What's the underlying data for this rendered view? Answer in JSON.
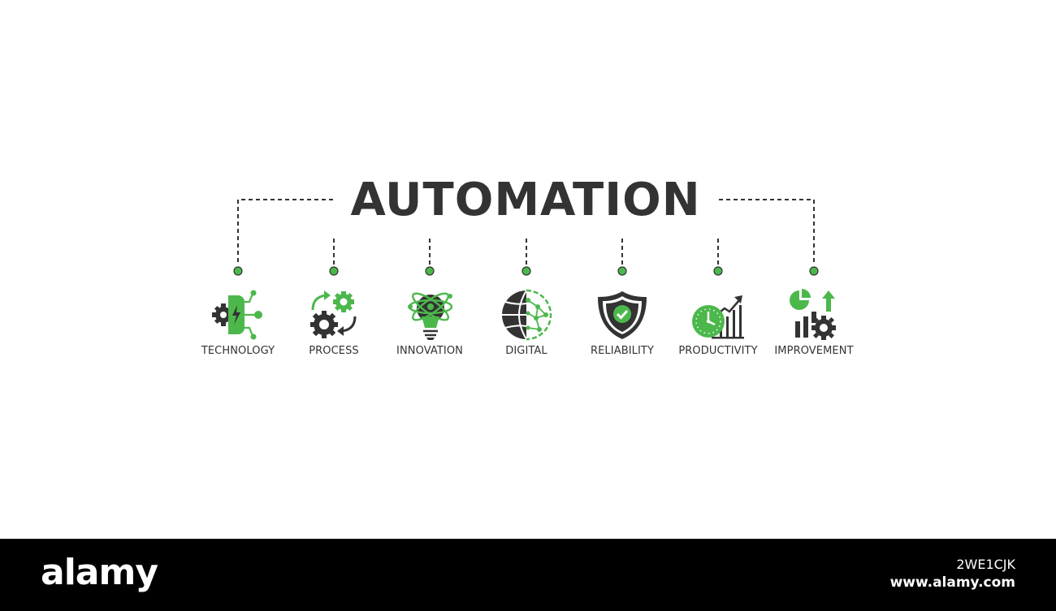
{
  "title": "AUTOMATION",
  "colors": {
    "accent": "#4cb84c",
    "dark": "#333333",
    "footer_bg": "#000000"
  },
  "items": [
    {
      "label": "TECHNOLOGY",
      "icon": "gear-circuit-icon"
    },
    {
      "label": "PROCESS",
      "icon": "rotating-gears-icon"
    },
    {
      "label": "INNOVATION",
      "icon": "lightbulb-atom-icon"
    },
    {
      "label": "DIGITAL",
      "icon": "globe-network-icon"
    },
    {
      "label": "RELIABILITY",
      "icon": "shield-check-icon"
    },
    {
      "label": "PRODUCTIVITY",
      "icon": "clock-growth-chart-icon"
    },
    {
      "label": "IMPROVEMENT",
      "icon": "chart-gear-arrow-icon"
    }
  ],
  "footer": {
    "brand": "alamy",
    "image_id": "2WE1CJK",
    "site": "www.alamy.com"
  }
}
